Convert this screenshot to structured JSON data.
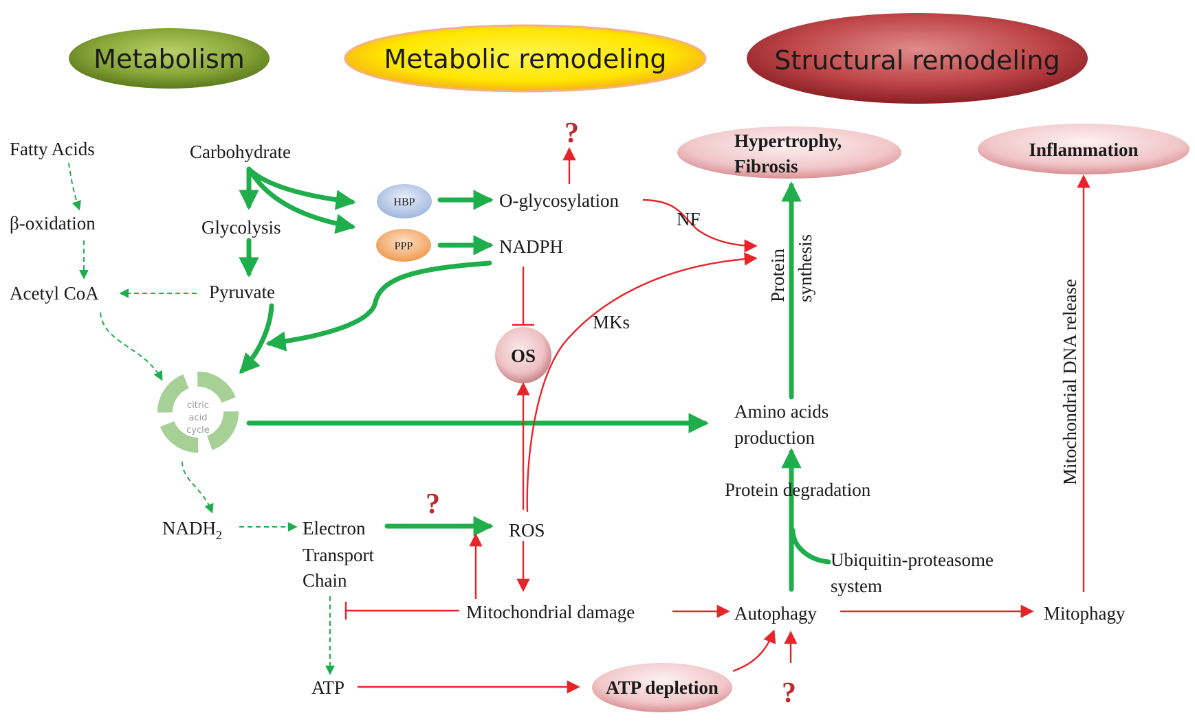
{
  "headers": {
    "metabolism": "Metabolism",
    "metabolic_remodeling": "Metabolic remodeling",
    "structural_remodeling": "Structural remodeling"
  },
  "outcomes": {
    "hypertrophy_line1": "Hypertrophy,",
    "hypertrophy_line2": "Fibrosis",
    "inflammation": "Inflammation"
  },
  "nodes": {
    "fatty_acids": "Fatty Acids",
    "beta_oxidation": "β-oxidation",
    "acetyl_coa": "Acetyl CoA",
    "carbohydrate": "Carbohydrate",
    "glycolysis": "Glycolysis",
    "pyruvate": "Pyruvate",
    "hbp": "HBP",
    "ppp": "PPP",
    "o_glycosylation": "O-glycosylation",
    "nadph": "NADPH",
    "nf": "NF",
    "mks": "MKs",
    "os": "OS",
    "citric_line1": "citric",
    "citric_line2": "acid",
    "citric_line3": "cycle",
    "nadh_base": "NADH",
    "nadh_sub": "2",
    "etc_line1": "Electron",
    "etc_line2": "Transport",
    "etc_line3": "Chain",
    "ros": "ROS",
    "mito_damage": "Mitochondrial damage",
    "atp": "ATP",
    "atp_depletion": "ATP depletion",
    "amino_line1": "Amino acids",
    "amino_line2": "production",
    "protein_degradation": "Protein degradation",
    "ups_line1": "Ubiquitin-proteasome",
    "ups_line2": "system",
    "autophagy": "Autophagy",
    "mitophagy": "Mitophagy",
    "protein_synthesis_line1": "Protein",
    "protein_synthesis_line2": "synthesis",
    "mito_dna_release": "Mitochondrial DNA release",
    "question": "?"
  },
  "colors": {
    "green_arrow": "#1fae4b",
    "red_arrow": "#e8242a",
    "question_mark": "#c0282c",
    "metabolism_pill": "#7a9a2e",
    "metabolic_pill": "#ffe600",
    "structural_pill": "#b23a3c",
    "outcome_pill": "#f2c9cb"
  }
}
